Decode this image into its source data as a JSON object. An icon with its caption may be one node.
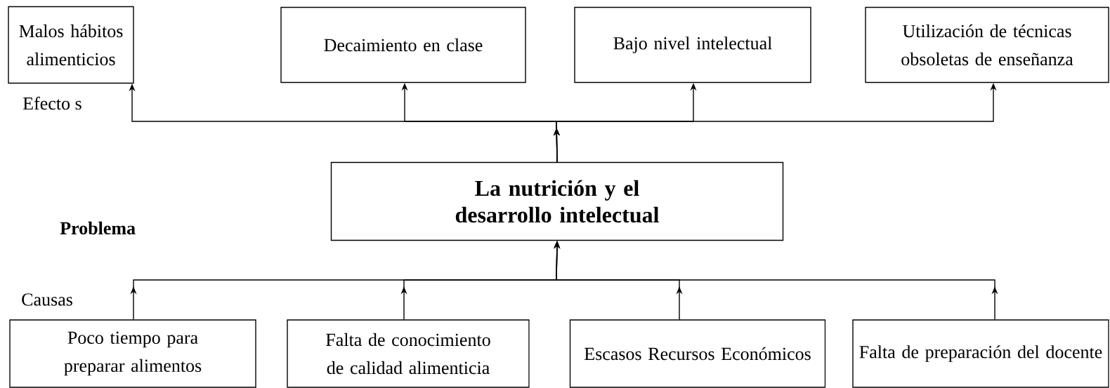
{
  "diagram": {
    "nodes": [
      {
        "text": [
          "Malos hábitos alimenticios"
        ]
      },
      {
        "text": [
          "Decaimiento en clase"
        ]
      },
      {
        "text": [
          "Bajo nivel intelectual"
        ]
      },
      {
        "text": [
          "Utilización de técnicas obsoletas de enseñanza"
        ]
      },
      {
        "text": [
          "La nutrición  y el desarrollo intelectual"
        ]
      },
      {
        "text": [
          "Poco tiempo para preparar  alimentos"
        ]
      },
      {
        "text": [
          "Falta de conocimiento de calidad alimenticia"
        ]
      },
      {
        "text": [
          "Escasos Recursos Económicos"
        ]
      },
      {
        "text": [
          "Falta de preparación del docente"
        ]
      }
    ],
    "edges": [
      {
        "from": 4,
        "to": 0,
        "arrow": "to"
      },
      {
        "from": 4,
        "to": 1,
        "arrow": "to"
      },
      {
        "from": 4,
        "to": 2,
        "arrow": "to"
      },
      {
        "from": 4,
        "to": 3,
        "arrow": "to"
      },
      {
        "from": 5,
        "to": 4,
        "arrow": "to"
      },
      {
        "from": 6,
        "to": 4,
        "arrow": "to"
      },
      {
        "from": 7,
        "to": 4,
        "arrow": "to"
      },
      {
        "from": 8,
        "to": 4,
        "arrow": "to"
      }
    ],
    "labels": [
      "Efecto s",
      "Problema",
      "Causas"
    ]
  }
}
